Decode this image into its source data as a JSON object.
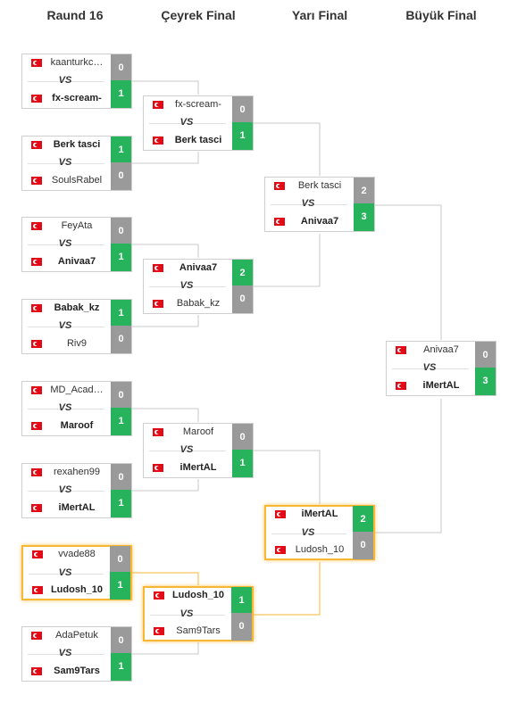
{
  "rounds": [
    "Raund 16",
    "Çeyrek Final",
    "Yarı Final",
    "Büyük Final"
  ],
  "vs_label": "VS",
  "colors": {
    "win": "#27b25c",
    "lose": "#9a9a9a",
    "highlight": "#f7b733"
  },
  "flag_icon": "turkey-flag-icon",
  "matches": [
    {
      "p1": "kaanturkc…",
      "s1": "0",
      "p2": "fx-scream-",
      "s2": "1",
      "winner": 2
    },
    {
      "p1": "Berk tasci",
      "s1": "1",
      "p2": "SoulsRabel",
      "s2": "0",
      "winner": 1
    },
    {
      "p1": "FeyAta",
      "s1": "0",
      "p2": "Anivaa7",
      "s2": "1",
      "winner": 2
    },
    {
      "p1": "Babak_kz",
      "s1": "1",
      "p2": "Riv9",
      "s2": "0",
      "winner": 1
    },
    {
      "p1": "MD_Acad…",
      "s1": "0",
      "p2": "Maroof",
      "s2": "1",
      "winner": 2
    },
    {
      "p1": "rexahen99",
      "s1": "0",
      "p2": "iMertAL",
      "s2": "1",
      "winner": 2
    },
    {
      "p1": "vvade88",
      "s1": "0",
      "p2": "Ludosh_10",
      "s2": "1",
      "winner": 2
    },
    {
      "p1": "AdaPetuk",
      "s1": "0",
      "p2": "Sam9Tars",
      "s2": "1",
      "winner": 2
    },
    {
      "p1": "fx-scream-",
      "s1": "0",
      "p2": "Berk tasci",
      "s2": "1",
      "winner": 2
    },
    {
      "p1": "Anivaa7",
      "s1": "2",
      "p2": "Babak_kz",
      "s2": "0",
      "winner": 1
    },
    {
      "p1": "Maroof",
      "s1": "0",
      "p2": "iMertAL",
      "s2": "1",
      "winner": 2
    },
    {
      "p1": "Ludosh_10",
      "s1": "1",
      "p2": "Sam9Tars",
      "s2": "0",
      "winner": 1
    },
    {
      "p1": "Berk tasci",
      "s1": "2",
      "p2": "Anivaa7",
      "s2": "3",
      "winner": 2
    },
    {
      "p1": "iMertAL",
      "s1": "2",
      "p2": "Ludosh_10",
      "s2": "0",
      "winner": 1
    },
    {
      "p1": "Anivaa7",
      "s1": "0",
      "p2": "iMertAL",
      "s2": "3",
      "winner": 2
    }
  ]
}
